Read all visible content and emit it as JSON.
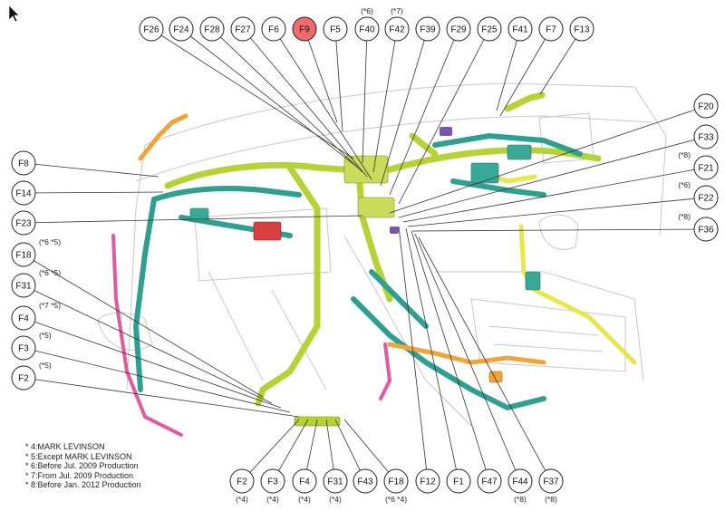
{
  "colors": {
    "highlight_fill": "#ef6b6b",
    "bubble_stroke": "#222222",
    "harness_lime": "#b5d334",
    "harness_teal": "#2f9f8f",
    "harness_yellow": "#e6e84a",
    "harness_orange": "#f0a43a",
    "harness_pink": "#e05aa0",
    "harness_purple": "#7a55b0",
    "outline_gray": "#c8c8c8"
  },
  "connectors": [
    {
      "id": "F26",
      "label": "F26",
      "note": ""
    },
    {
      "id": "F24",
      "label": "F24",
      "note": ""
    },
    {
      "id": "F28",
      "label": "F28",
      "note": ""
    },
    {
      "id": "F27",
      "label": "F27",
      "note": ""
    },
    {
      "id": "F6",
      "label": "F6",
      "note": ""
    },
    {
      "id": "F9",
      "label": "F9",
      "note": "",
      "highlight": true
    },
    {
      "id": "F5",
      "label": "F5",
      "note": ""
    },
    {
      "id": "F40",
      "label": "F40",
      "note": "(*6)"
    },
    {
      "id": "F42",
      "label": "F42",
      "note": "(*7)"
    },
    {
      "id": "F39",
      "label": "F39",
      "note": ""
    },
    {
      "id": "F29",
      "label": "F29",
      "note": ""
    },
    {
      "id": "F25",
      "label": "F25",
      "note": ""
    },
    {
      "id": "F41",
      "label": "F41",
      "note": ""
    },
    {
      "id": "F7",
      "label": "F7",
      "note": ""
    },
    {
      "id": "F13",
      "label": "F13",
      "note": ""
    },
    {
      "id": "F20",
      "label": "F20",
      "note": ""
    },
    {
      "id": "F33",
      "label": "F33",
      "note": ""
    },
    {
      "id": "F21",
      "label": "F21",
      "note": "(*8)"
    },
    {
      "id": "F22",
      "label": "F22",
      "note": "(*6)"
    },
    {
      "id": "F36",
      "label": "F36",
      "note": "(*8)"
    },
    {
      "id": "F8",
      "label": "F8",
      "note": ""
    },
    {
      "id": "F14",
      "label": "F14",
      "note": ""
    },
    {
      "id": "F23",
      "label": "F23",
      "note": ""
    },
    {
      "id": "F18L",
      "label": "F18",
      "note": "(*6 *5)"
    },
    {
      "id": "F31L",
      "label": "F31",
      "note": "(*6 *5)"
    },
    {
      "id": "F4L",
      "label": "F4",
      "note": "(*7 *5)"
    },
    {
      "id": "F3L",
      "label": "F3",
      "note": "(*5)"
    },
    {
      "id": "F2L",
      "label": "F2",
      "note": "(*5)"
    },
    {
      "id": "F2B",
      "label": "F2",
      "note": "(*4)"
    },
    {
      "id": "F3B",
      "label": "F3",
      "note": "(*4)"
    },
    {
      "id": "F4B",
      "label": "F4",
      "note": "(*4)"
    },
    {
      "id": "F31B",
      "label": "F31",
      "note": "(*4)"
    },
    {
      "id": "F43",
      "label": "F43",
      "note": ""
    },
    {
      "id": "F18B",
      "label": "F18",
      "note": "(*6 *4)"
    },
    {
      "id": "F12",
      "label": "F12",
      "note": ""
    },
    {
      "id": "F1",
      "label": "F1",
      "note": ""
    },
    {
      "id": "F47",
      "label": "F47",
      "note": ""
    },
    {
      "id": "F44",
      "label": "F44",
      "note": "(*8)"
    },
    {
      "id": "F37",
      "label": "F37",
      "note": "(*8)"
    }
  ],
  "legend": [
    "* 4:MARK LEVINSON",
    "* 5:Except MARK LEVINSON",
    "* 6:Before Jul. 2009 Production",
    "* 7:From Jul. 2009 Production",
    "* 8:Before Jan. 2012 Production"
  ]
}
